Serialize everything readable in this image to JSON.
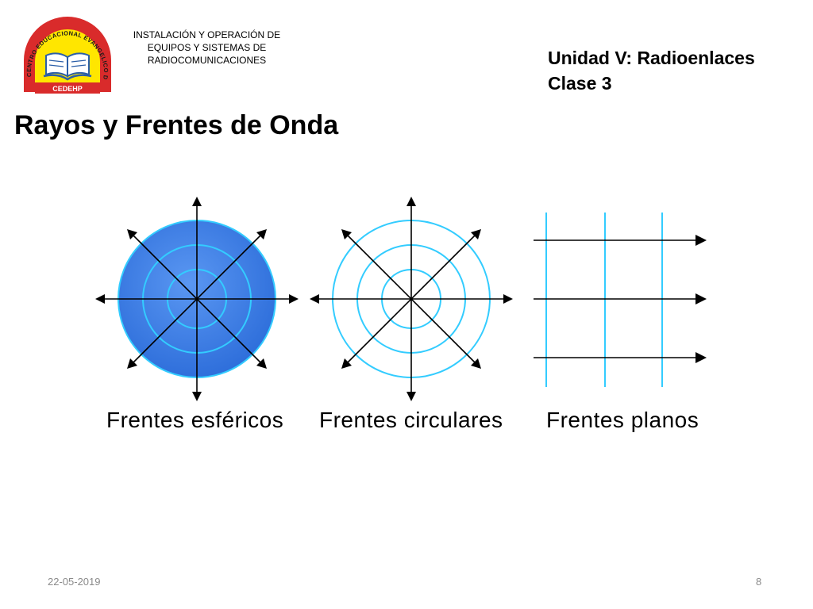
{
  "header": {
    "org_lines": [
      "INSTALACIÓN Y OPERACIÓN DE",
      "EQUIPOS Y SISTEMAS DE",
      "RADIOCOMUNICACIONES"
    ],
    "unit": "Unidad V: Radioenlaces",
    "class": "Clase 3"
  },
  "logo": {
    "ring_text": "CENTRO EDUCACIONAL EVANGELICO DE HUALPENCILLO",
    "acronym": "CEDEHP",
    "icon": "open-book-icon",
    "colors": {
      "ring": "#d92b2b",
      "field": "#ffe600",
      "book": "#2c5fa8"
    }
  },
  "slide": {
    "title": "Rayos y Frentes de Onda"
  },
  "figure": {
    "colors": {
      "sphere_fill": "#3f7fe8",
      "wavefront": "#33ccff",
      "ray": "#000000"
    },
    "captions": [
      "Frentes esféricos",
      "Frentes circulares",
      "Frentes planos"
    ]
  },
  "footer": {
    "date": "22-05-2019",
    "page": "8"
  }
}
